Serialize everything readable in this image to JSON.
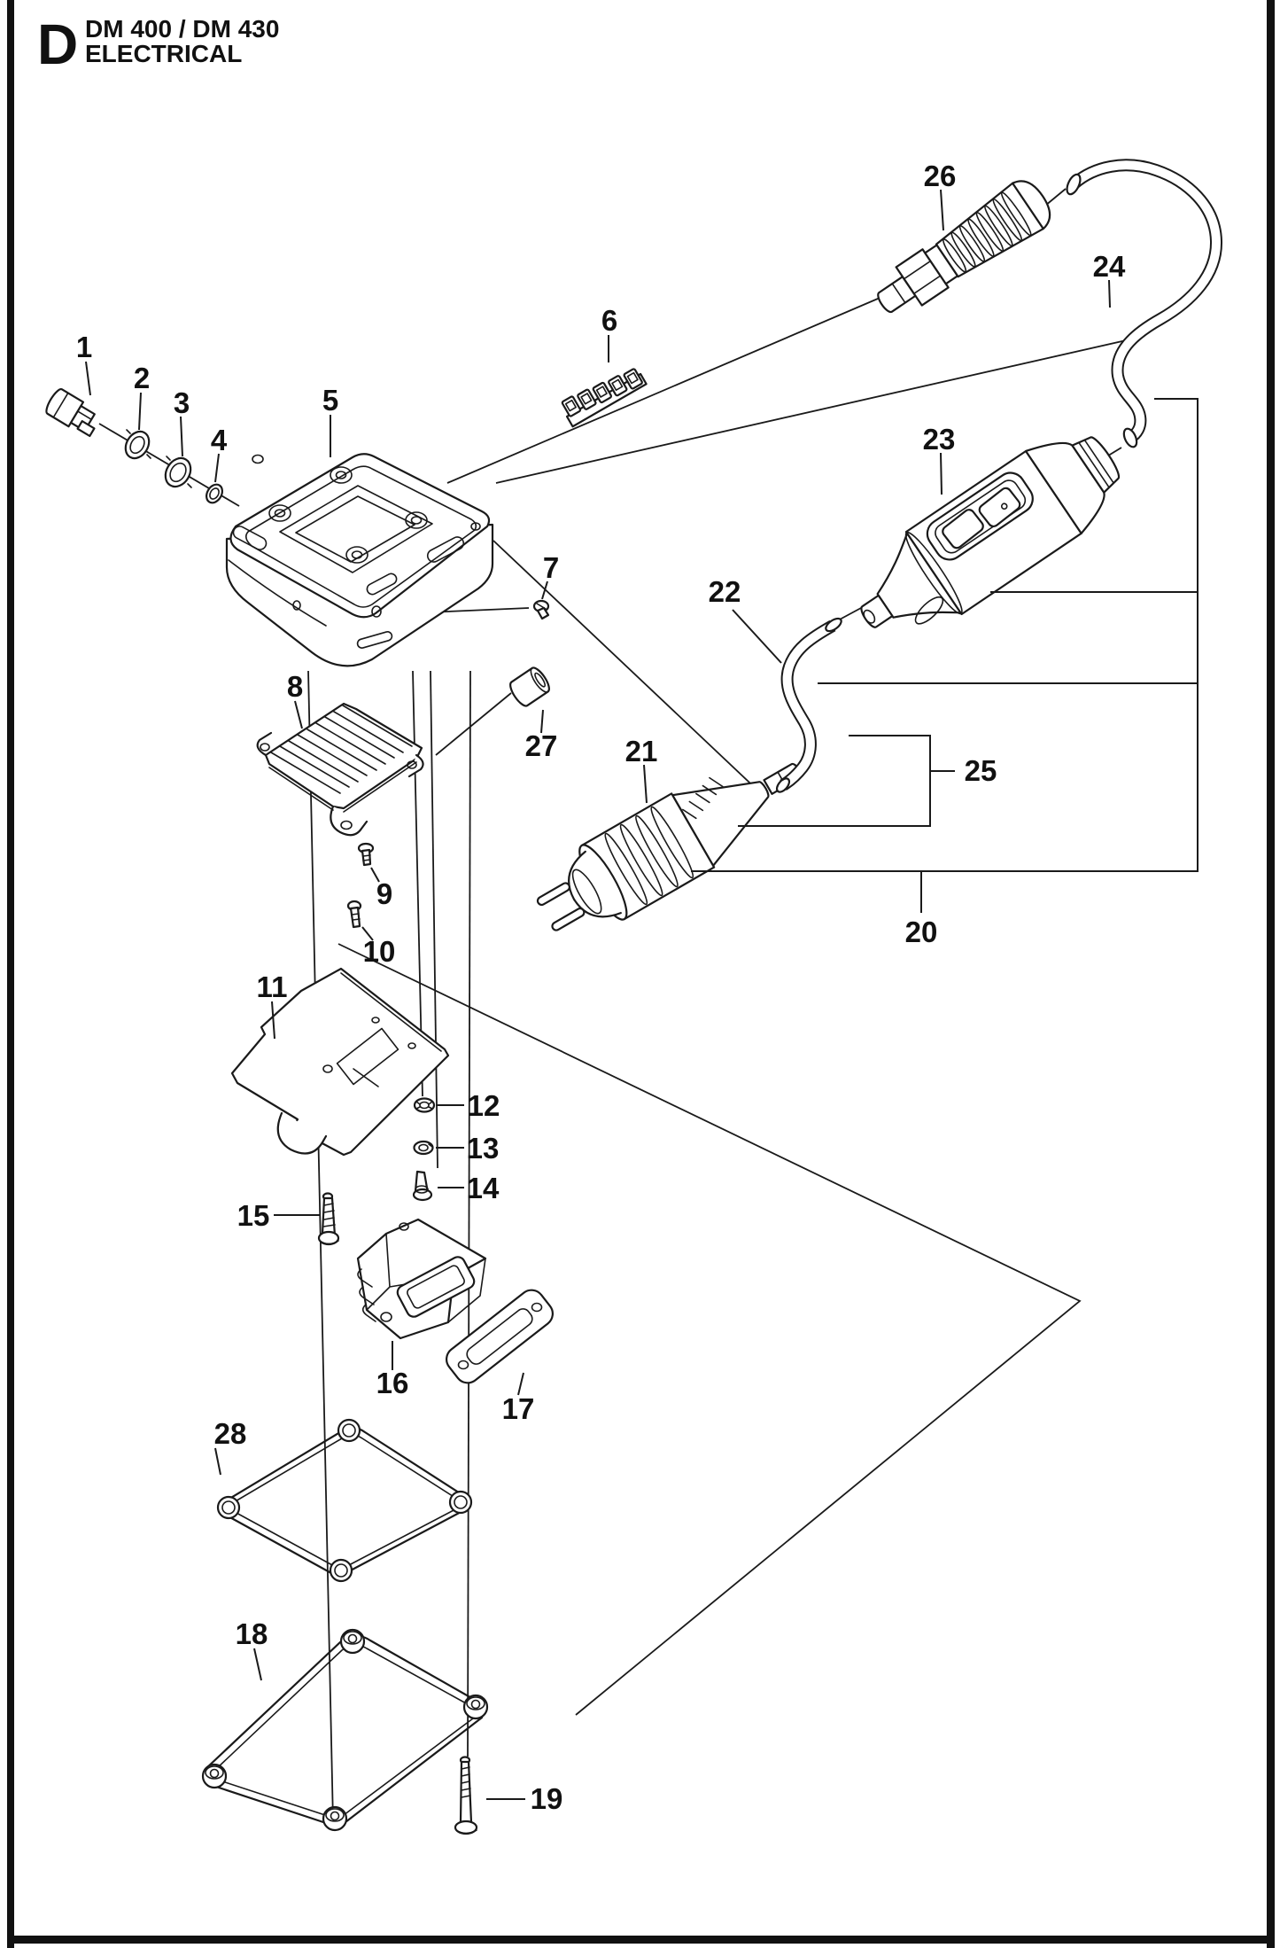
{
  "header": {
    "section_letter": "D",
    "model": "DM 400 / DM 430",
    "subtitle": "ELECTRICAL"
  },
  "colors": {
    "line": "#1a1a1a",
    "background": "#ffffff"
  },
  "diagram_type": "exploded-parts-diagram",
  "callouts": [
    {
      "label": "1"
    },
    {
      "label": "2"
    },
    {
      "label": "3"
    },
    {
      "label": "4"
    },
    {
      "label": "5"
    },
    {
      "label": "6"
    },
    {
      "label": "7"
    },
    {
      "label": "8"
    },
    {
      "label": "9"
    },
    {
      "label": "10"
    },
    {
      "label": "11"
    },
    {
      "label": "12"
    },
    {
      "label": "13"
    },
    {
      "label": "14"
    },
    {
      "label": "15"
    },
    {
      "label": "16"
    },
    {
      "label": "17"
    },
    {
      "label": "18"
    },
    {
      "label": "19"
    },
    {
      "label": "20"
    },
    {
      "label": "21"
    },
    {
      "label": "22"
    },
    {
      "label": "23"
    },
    {
      "label": "24"
    },
    {
      "label": "25"
    },
    {
      "label": "26"
    },
    {
      "label": "27"
    },
    {
      "label": "28"
    }
  ]
}
